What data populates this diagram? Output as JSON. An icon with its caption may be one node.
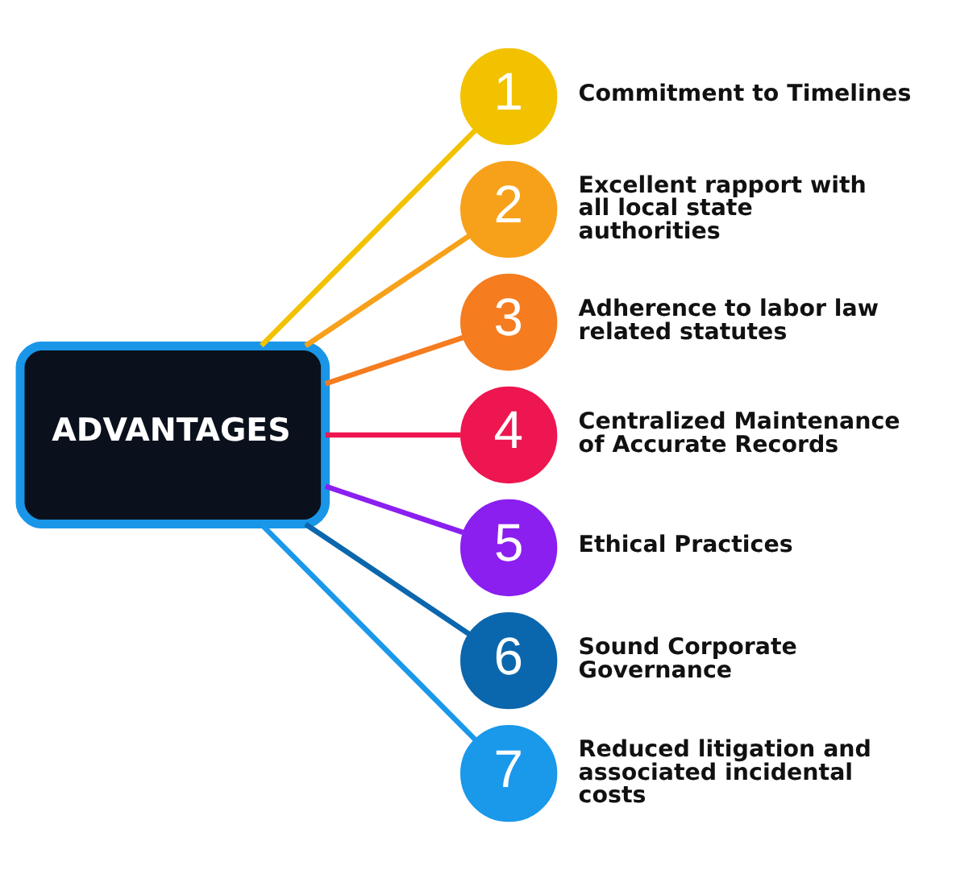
{
  "diagram": {
    "nodes": [
      {
        "text": [
          "ADVANTAGES"
        ]
      },
      {
        "text": [
          "1"
        ],
        "beside": [
          "Commitment to Timelines"
        ]
      },
      {
        "text": [
          "2"
        ],
        "beside": [
          "Excellent rapport with all local state authorities"
        ]
      },
      {
        "text": [
          "3"
        ],
        "beside": [
          "Adherence to labor law related statutes"
        ]
      },
      {
        "text": [
          "4"
        ],
        "beside": [
          "Centralized Maintenance of Accurate Records"
        ]
      },
      {
        "text": [
          "5"
        ],
        "beside": [
          "Ethical Practices"
        ]
      },
      {
        "text": [
          "6"
        ],
        "beside": [
          "Sound Corporate Governance"
        ]
      },
      {
        "text": [
          "7"
        ],
        "beside": [
          "Reduced litigation and associated incidental costs"
        ]
      }
    ],
    "edges": [
      {
        "from": 0,
        "to": 1,
        "arrow": "none",
        "color": "#f2c200"
      },
      {
        "from": 0,
        "to": 2,
        "arrow": "none",
        "color": "#f7a11a"
      },
      {
        "from": 0,
        "to": 3,
        "arrow": "none",
        "color": "#f57c1f"
      },
      {
        "from": 0,
        "to": 4,
        "arrow": "none",
        "color": "#ee1650"
      },
      {
        "from": 0,
        "to": 5,
        "arrow": "none",
        "color": "#8a1ff0"
      },
      {
        "from": 0,
        "to": 6,
        "arrow": "none",
        "color": "#0b67ad"
      },
      {
        "from": 0,
        "to": 7,
        "arrow": "none",
        "color": "#1a98ea"
      }
    ]
  }
}
